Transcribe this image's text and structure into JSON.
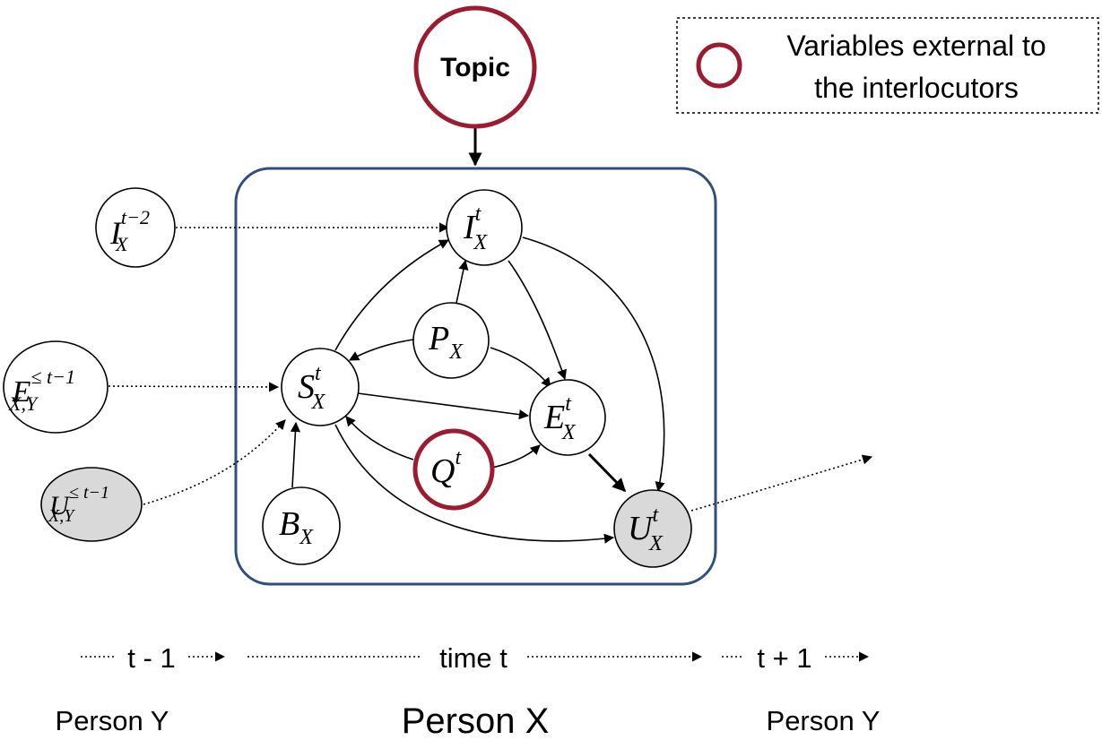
{
  "colors": {
    "external_node": "#9b1b30",
    "context_box": "#2f4f7f",
    "observed_fill": "#d9d9d9",
    "edge": "#000000"
  },
  "legend": {
    "line1": "Variables external to",
    "line2": "the interlocutors"
  },
  "topic": {
    "label": "Topic"
  },
  "nodes": {
    "i_prev": {
      "base": "I",
      "sub": "X",
      "sup": "t−2"
    },
    "e_prev": {
      "base": "E",
      "sub": "X,Y",
      "sup": "≤ t−1"
    },
    "u_prev": {
      "base": "U",
      "sub": "X,Y",
      "sup": "≤ t−1"
    },
    "i_t": {
      "base": "I",
      "sub": "X",
      "sup": "t"
    },
    "p": {
      "base": "P",
      "sub": "X"
    },
    "s_t": {
      "base": "S",
      "sub": "X",
      "sup": "t"
    },
    "e_t": {
      "base": "E",
      "sub": "X",
      "sup": "t"
    },
    "q_t": {
      "base": "Q",
      "sup": "t"
    },
    "b": {
      "base": "B",
      "sub": "X"
    },
    "u_t": {
      "base": "U",
      "sub": "X",
      "sup": "t"
    }
  },
  "timeline": {
    "prev": "t - 1",
    "current": "time t",
    "next": "t + 1"
  },
  "persons": {
    "left": "Person Y",
    "center": "Person X",
    "right": "Person Y"
  }
}
